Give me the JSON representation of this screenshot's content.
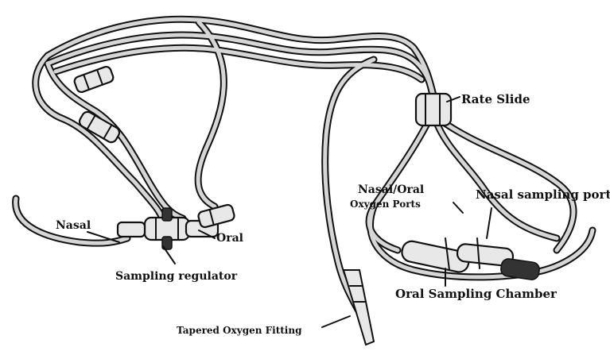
{
  "colors": {
    "ink": "#111111",
    "paper": "#ffffff",
    "tube_fill": "#d6d6d6"
  },
  "labels": {
    "rate_slide": "Rate Slide",
    "nasal_oral_1": "Nasal/Oral",
    "nasal_oral_2": "Oxygen Ports",
    "nasal_sampling_port": "Nasal sampling port",
    "nasal": "Nasal",
    "oral": "Oral",
    "sampling_regulator": "Sampling regulator",
    "oral_sampling_chamber": "Oral Sampling Chamber",
    "tapered_oxygen_fitting": "Tapered Oxygen Fitting"
  }
}
